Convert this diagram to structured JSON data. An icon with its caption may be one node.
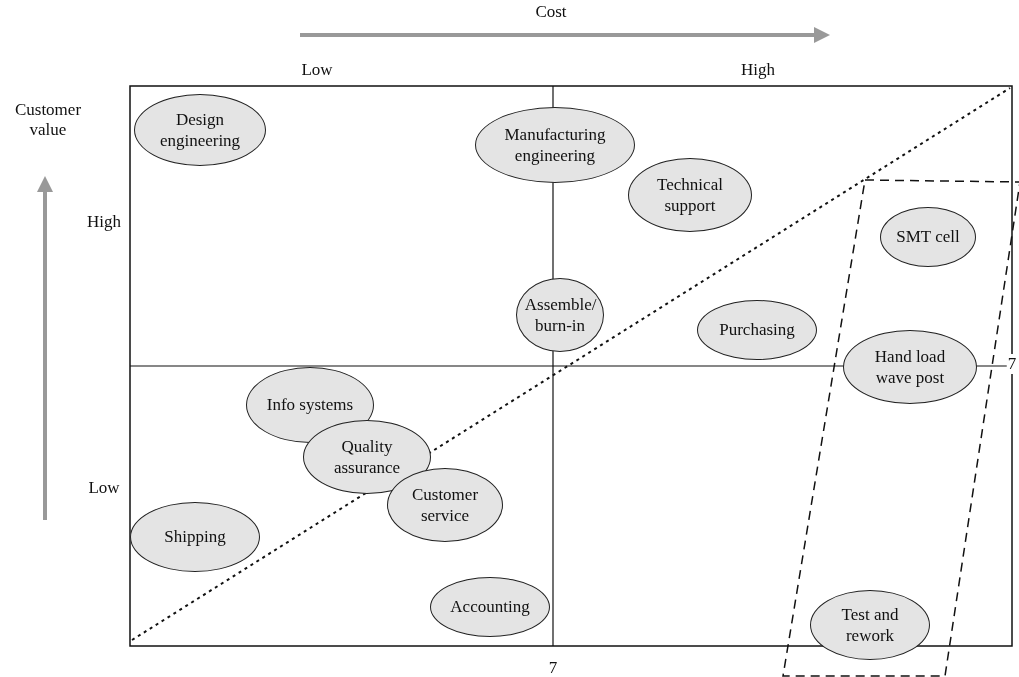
{
  "diagram": {
    "nodes": [
      {
        "text": [
          "Design engineering"
        ]
      },
      {
        "text": [
          "Manufacturing engineering"
        ]
      },
      {
        "text": [
          "Technical support"
        ]
      },
      {
        "text": [
          "SMT cell"
        ]
      },
      {
        "text": [
          "Assemble/ burn-in"
        ]
      },
      {
        "text": [
          "Purchasing"
        ]
      },
      {
        "text": [
          "Hand load wave post"
        ]
      },
      {
        "text": [
          "Info systems"
        ]
      },
      {
        "text": [
          "Quality assurance"
        ]
      },
      {
        "text": [
          "Customer service"
        ]
      },
      {
        "text": [
          "Shipping"
        ]
      },
      {
        "text": [
          "Accounting"
        ]
      },
      {
        "text": [
          "Test and rework"
        ]
      }
    ],
    "edges": [],
    "labels": [
      "Cost",
      "Low",
      "High",
      "Customer value",
      "High",
      "Low",
      "7",
      "7"
    ]
  }
}
